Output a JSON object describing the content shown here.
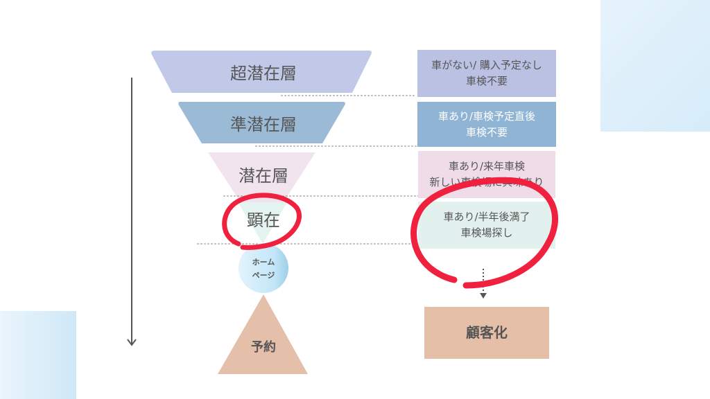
{
  "funnel": [
    {
      "label": "超潜在層",
      "color": "#c2c9e8"
    },
    {
      "label": "準潜在層",
      "color": "#9bbad6"
    },
    {
      "label": "潜在層",
      "color": "#f1e4ef"
    },
    {
      "label": "顕在",
      "color": "#e6f4f1"
    }
  ],
  "homepage": {
    "line1": "ホーム",
    "line2": "ページ"
  },
  "reservation": {
    "label": "予約",
    "color": "#e4bfaa"
  },
  "descriptions": [
    {
      "line1": "車がない/ 購入予定なし",
      "line2": "車検不要",
      "color": "#bbc1e2"
    },
    {
      "line1": "車あり/車検予定直後",
      "line2": "車検不要",
      "color": "#8fb4d4"
    },
    {
      "line1": "車あり/来年車検",
      "line2": "新しい車検場に興味あり",
      "color": "#f0dce9"
    },
    {
      "line1": "車あり/半年後満了",
      "line2": "車検場探し",
      "color": "#e3f1ee"
    }
  ],
  "result": {
    "label": "顧客化",
    "color": "#e6bfa9"
  },
  "highlight_color": "#f0203f"
}
